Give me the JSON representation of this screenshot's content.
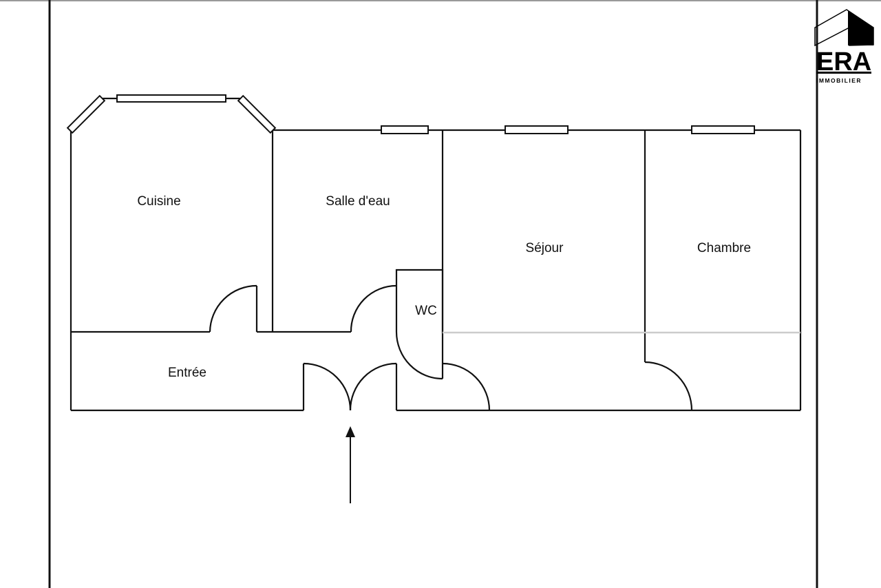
{
  "rooms": {
    "cuisine": "Cuisine",
    "salle_eau": "Salle d'eau",
    "sejour": "Séjour",
    "chambre": "Chambre",
    "wc": "WC",
    "entree": "Entrée"
  },
  "logo": {
    "brand": "ERA",
    "subtitle": "IMMOBILIER"
  }
}
